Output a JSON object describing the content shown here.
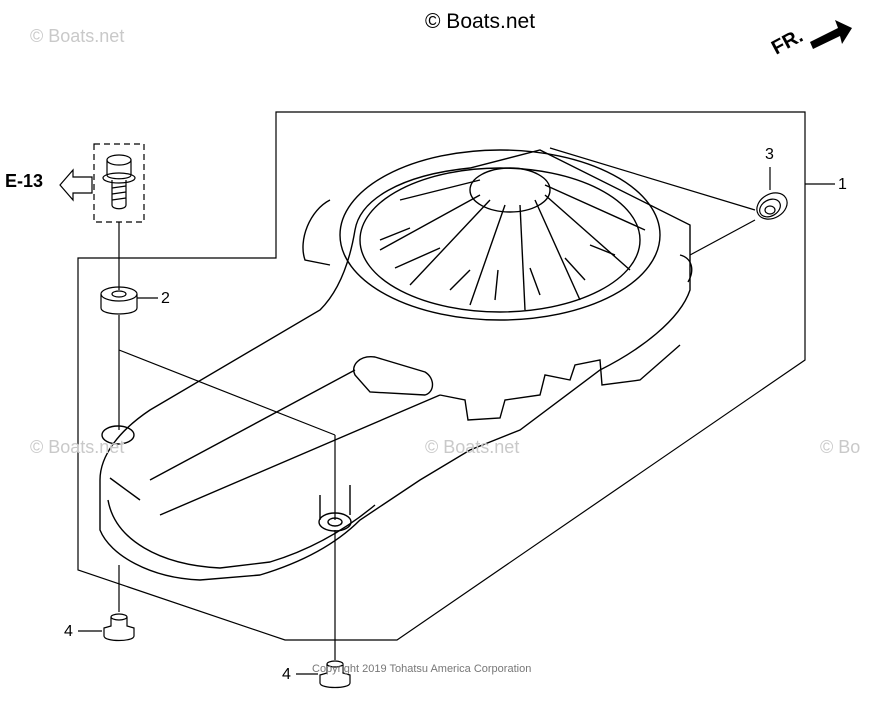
{
  "watermark_main": "© Boats.net",
  "watermarks": [
    "© Boats.net",
    "© Boats.net",
    "© Boats.net",
    "© Bo"
  ],
  "front_label": "FR.",
  "ref_label": "E-13",
  "callouts": [
    "1",
    "2",
    "3",
    "4",
    "4"
  ],
  "copyright": "Copyright 2019 Tohatsu America Corporation"
}
